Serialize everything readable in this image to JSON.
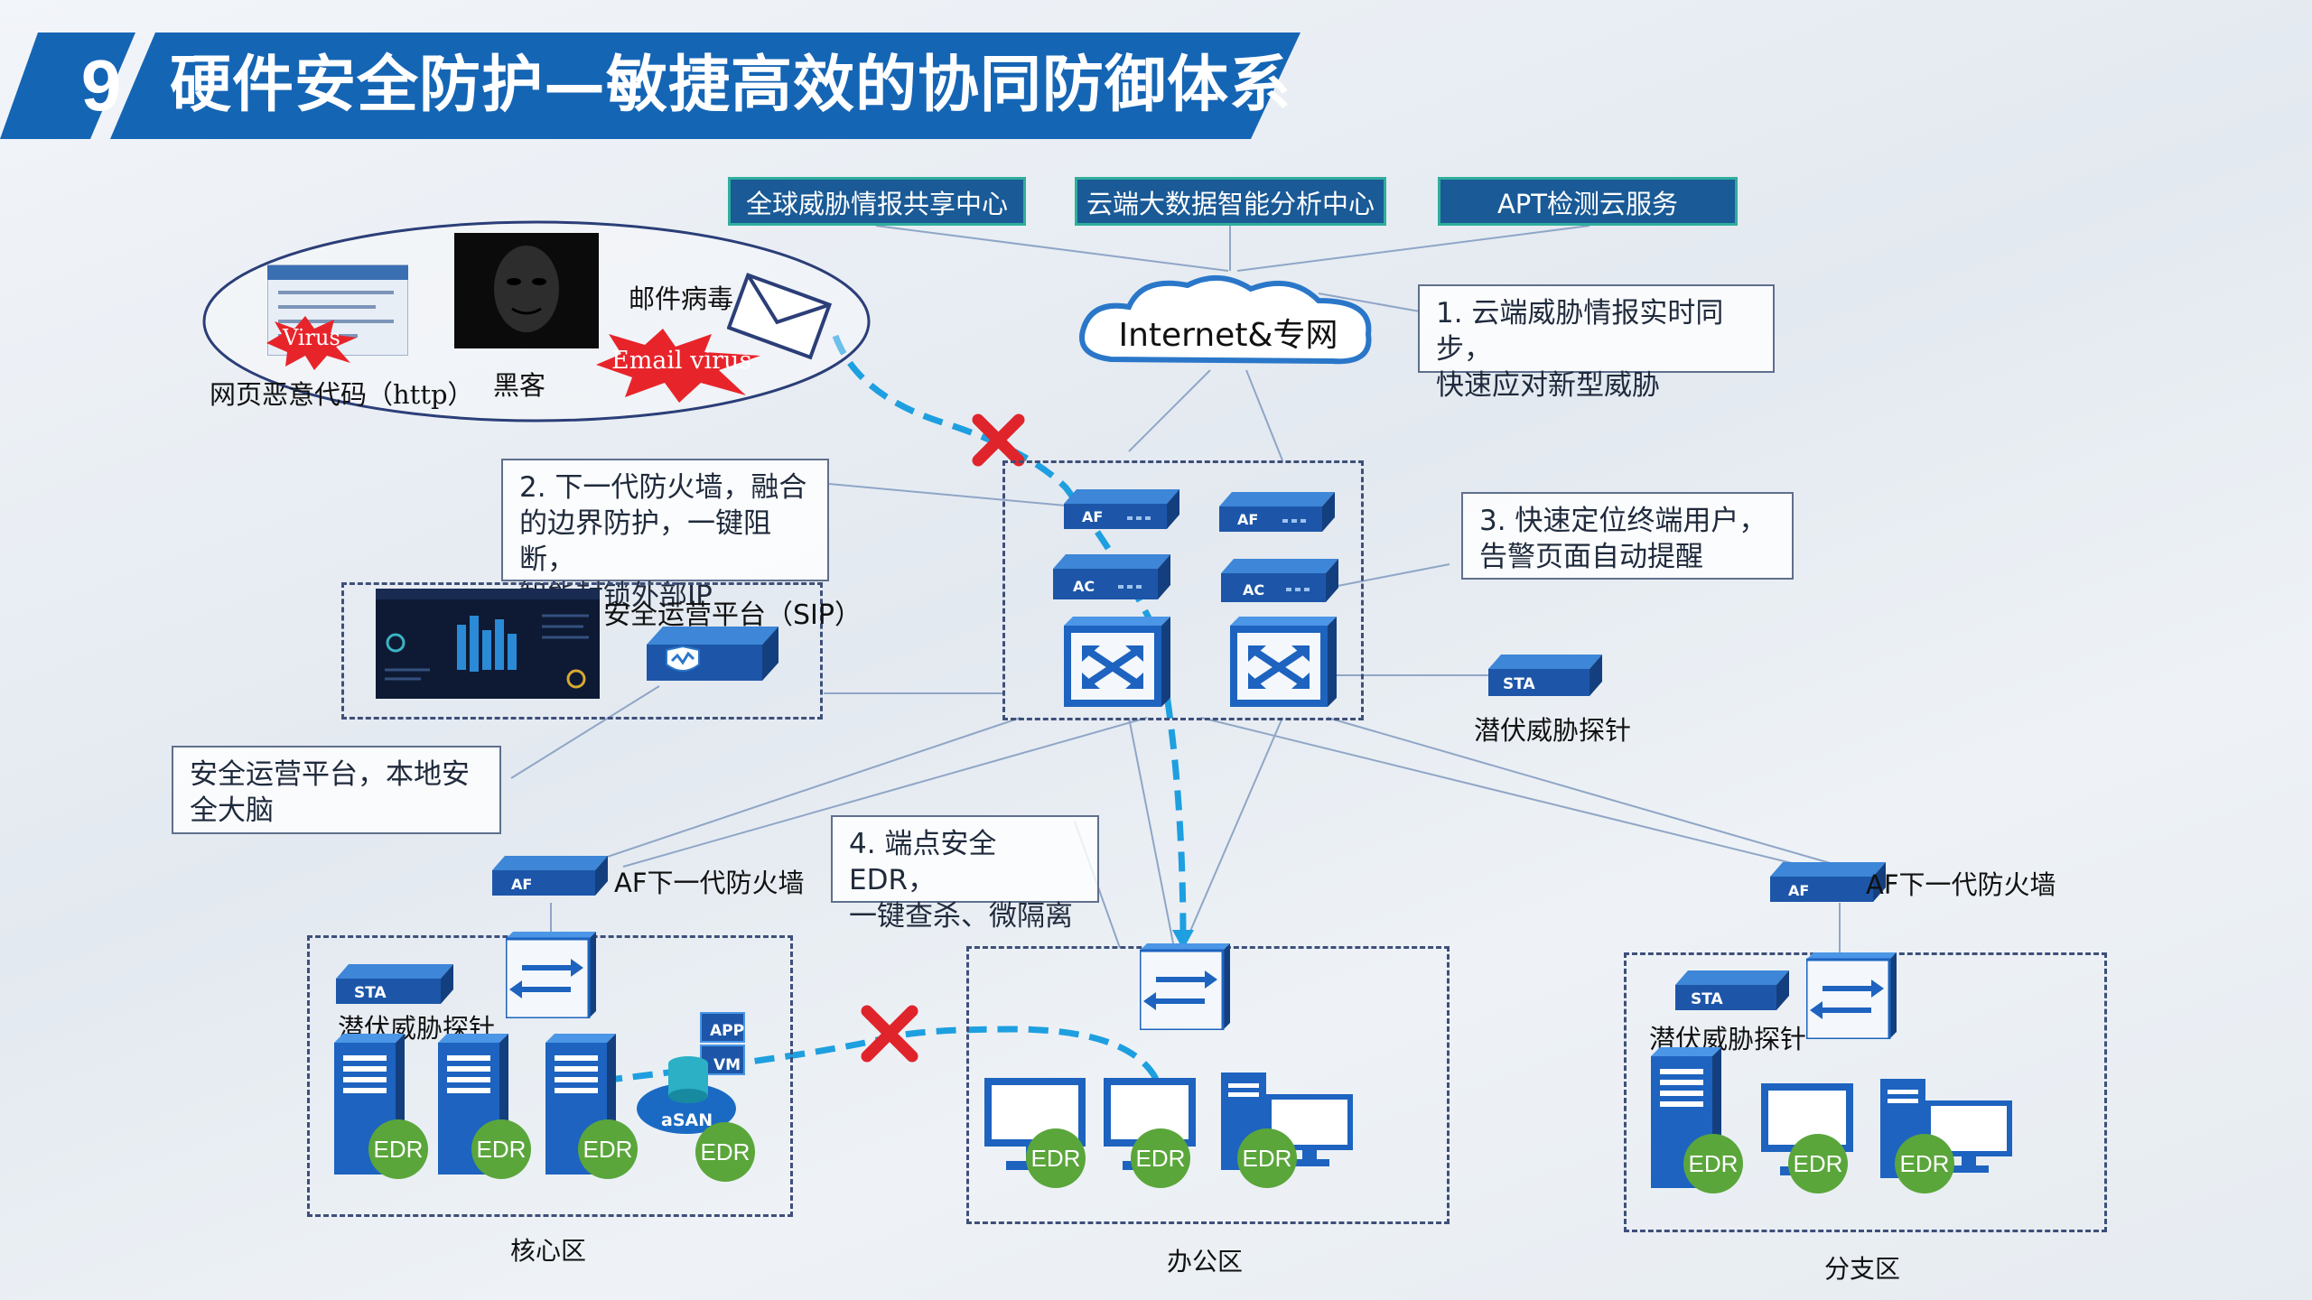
{
  "title": {
    "number": "9",
    "text": "硬件安全防护—敏捷高效的协同防御体系"
  },
  "cloud_services": [
    "全球威胁情报共享中心",
    "云端大数据智能分析中心",
    "APT检测云服务"
  ],
  "internet_label": "Internet&专网",
  "threats": {
    "web_malware_label": "网页恶意代码（http）",
    "hacker_label": "黑客",
    "mail_virus_label": "邮件病毒",
    "virus_burst": "Virus",
    "email_burst": "Email virus"
  },
  "callouts": {
    "c1": "1. 云端威胁情报实时同步，\n快速应对新型威胁",
    "c2": "2. 下一代防火墙，融合\n的边界防护，一键阻断，\n智能封锁外部IP",
    "c3": "3. 快速定位终端用户，\n告警页面自动提醒",
    "c4": "4. 端点安全EDR，\n一键查杀、微隔离",
    "sip_brain": "安全运营平台，本地安\n全大脑"
  },
  "sip_label": "安全运营平台（SIP）",
  "device_tags": {
    "af": "AF",
    "ac": "AC",
    "sta": "STA",
    "app": "APP",
    "vm": "VM",
    "asan": "aSAN",
    "edr": "EDR"
  },
  "sta_probe_label": "潜伏威胁探针",
  "af_firewall_label": "AF下一代防火墙",
  "zones": {
    "core": "核心区",
    "office": "办公区",
    "branch": "分支区"
  },
  "colors": {
    "title_blue": "#1565b5",
    "device_blue": "#1d56a8",
    "edr_green": "#5aa63b",
    "attack_path": "#1e9fe0",
    "block_red": "#e0242b"
  }
}
